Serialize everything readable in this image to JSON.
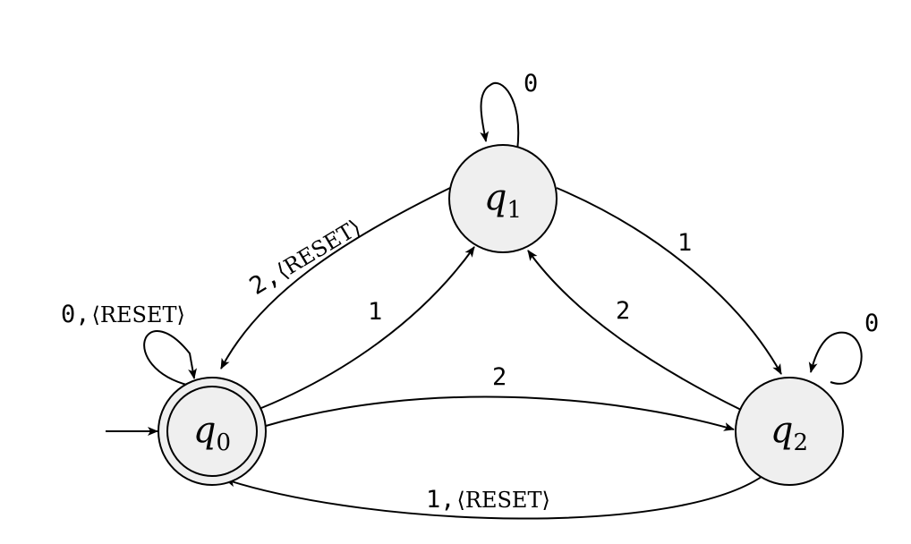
{
  "states": [
    {
      "id": "q0",
      "base": "q",
      "sub": "0",
      "accepting": true,
      "initial": true
    },
    {
      "id": "q1",
      "base": "q",
      "sub": "1",
      "accepting": false,
      "initial": false
    },
    {
      "id": "q2",
      "base": "q",
      "sub": "2",
      "accepting": false,
      "initial": false
    }
  ],
  "transitions": {
    "q0_self": {
      "symbol": "0",
      "sep": ",",
      "output": "⟨RESET⟩"
    },
    "q1_self": {
      "symbol": "0"
    },
    "q2_self": {
      "symbol": "0"
    },
    "q0_q1": {
      "symbol": "1"
    },
    "q1_q0": {
      "symbol": "2",
      "sep": ",",
      "output": "⟨RESET⟩"
    },
    "q1_q2": {
      "symbol": "1"
    },
    "q2_q1": {
      "symbol": "2"
    },
    "q0_q2": {
      "symbol": "2"
    },
    "q2_q0": {
      "symbol": "1",
      "sep": ",",
      "output": "⟨RESET⟩"
    }
  },
  "colors": {
    "state_fill": "#efefef",
    "stroke": "#000000"
  }
}
